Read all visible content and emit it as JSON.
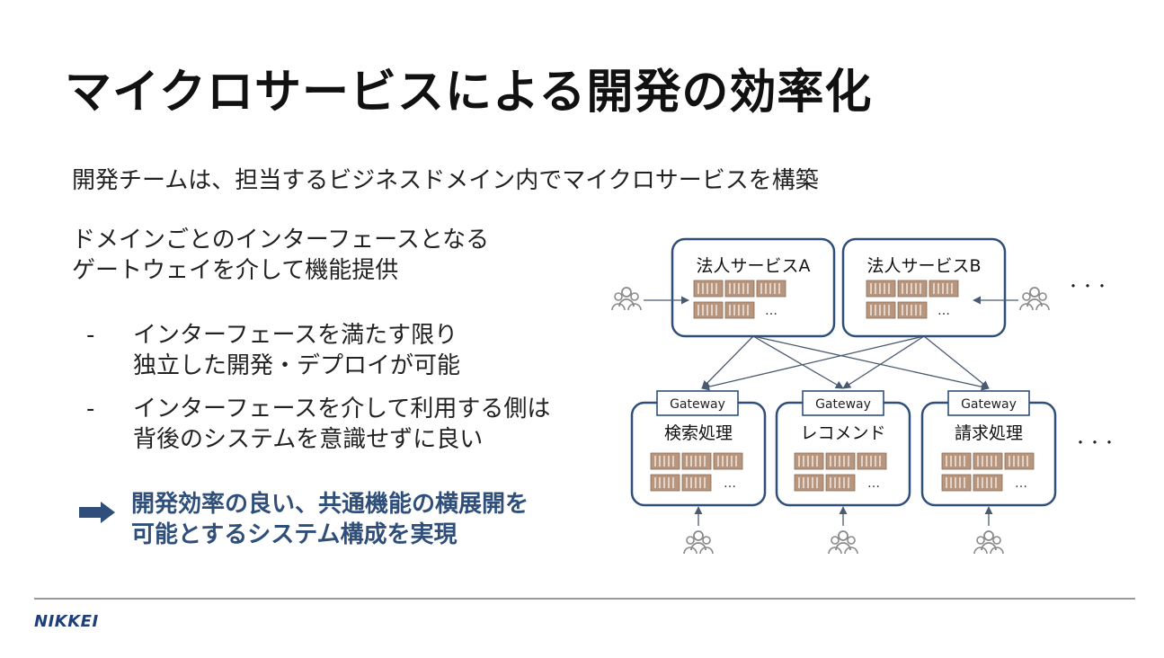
{
  "title": "マイクロサービスによる開発の効率化",
  "lead": "開発チームは、担当するビジネスドメイン内でマイクロサービスを構築",
  "para": [
    "ドメインごとのインターフェースとなる",
    "ゲートウェイを介して機能提供"
  ],
  "bullets": [
    {
      "dash": "-",
      "lines": [
        "インターフェースを満たす限り",
        "独立した開発・デプロイが可能"
      ]
    },
    {
      "dash": "-",
      "lines": [
        "インターフェースを介して利用する側は",
        "背後のシステムを意識せずに良い"
      ]
    }
  ],
  "conclusion": [
    "開発効率の良い、共通機能の横展開を",
    "可能とするシステム構成を実現"
  ],
  "colors": {
    "accent": "#2f4f7a",
    "box_border": "#2f4f7a",
    "container_fill": "#b8967e",
    "arrow": "#4a5a70",
    "person": "#8a8a8a"
  },
  "diagram": {
    "services": [
      {
        "name": "法人サービスA",
        "ellipsis": "…"
      },
      {
        "name": "法人サービスB",
        "ellipsis": "…"
      }
    ],
    "domains": [
      {
        "name": "検索処理",
        "gateway": "Gateway",
        "ellipsis": "…"
      },
      {
        "name": "レコメンド",
        "gateway": "Gateway",
        "ellipsis": "…"
      },
      {
        "name": "請求処理",
        "gateway": "Gateway",
        "ellipsis": "…"
      }
    ],
    "more_top": "・・・",
    "more_bottom": "・・・"
  },
  "logo": "NIKKEI",
  "icons": [
    "users-icon",
    "container-icon",
    "right-arrow-icon"
  ]
}
